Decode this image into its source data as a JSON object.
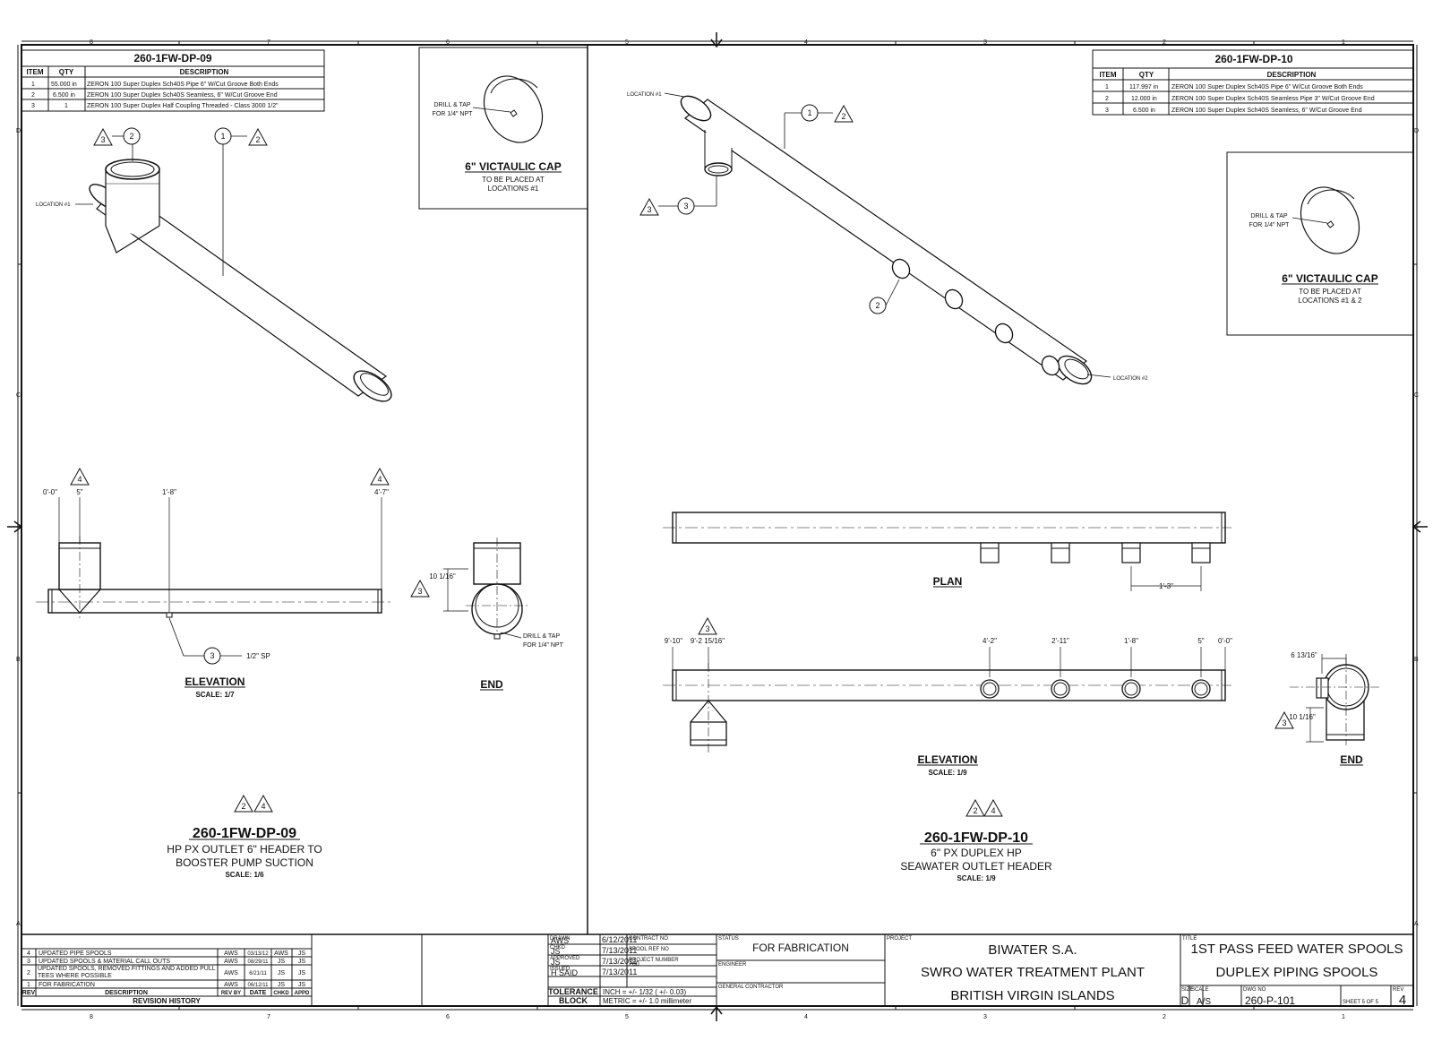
{
  "frame": {
    "cols": [
      "8",
      "7",
      "6",
      "5",
      "4",
      "3",
      "2",
      "1"
    ],
    "rows_left": [
      "D",
      "C",
      "B",
      "A"
    ],
    "rows_right": [
      "D",
      "C",
      "B",
      "A"
    ]
  },
  "left_bom": {
    "title": "260-1FW-DP-09",
    "headers": [
      "ITEM",
      "QTY",
      "DESCRIPTION"
    ],
    "rows": [
      [
        "1",
        "55.000 in",
        "ZERON 100 Super Duplex Sch40S Pipe 6\" W/Cut Groove Both Ends"
      ],
      [
        "2",
        "6.500 in",
        "ZERON 100 Super Duplex Sch40S Seamless, 6\" W/Cut Groove End"
      ],
      [
        "3",
        "1",
        "ZERON 100 Super Duplex Half Coupling Threaded - Class 3000 1/2\""
      ]
    ]
  },
  "right_bom": {
    "title": "260-1FW-DP-10",
    "headers": [
      "ITEM",
      "QTY",
      "DESCRIPTION"
    ],
    "rows": [
      [
        "1",
        "117.997 in",
        "ZERON 100 Super Duplex Sch40S Pipe 6\" W/Cut Groove Both Ends"
      ],
      [
        "2",
        "12.000 in",
        "ZERON 100 Super Duplex Sch40S Seamless Pipe 3\" W/Cut Groove End"
      ],
      [
        "3",
        "6.500 in",
        "ZERON 100 Super Duplex Sch40S Seamless, 6\" W/Cut Groove End"
      ]
    ]
  },
  "cap_left": {
    "drill": "DRILL & TAP",
    "drill2": "FOR 1/4\" NPT",
    "title": "6\" VICTAULIC CAP",
    "sub1": "TO BE PLACED AT",
    "sub2": "LOCATIONS #1"
  },
  "cap_right": {
    "drill": "DRILL & TAP",
    "drill2": "FOR 1/4\" NPT",
    "title": "6\" VICTAULIC CAP",
    "sub1": "TO BE PLACED AT",
    "sub2": "LOCATIONS #1 & 2"
  },
  "left_iso": {
    "location1": "LOCATION #1",
    "tags": [
      "3",
      "2",
      "1",
      "2"
    ]
  },
  "right_iso": {
    "location1": "LOCATION #1",
    "location2": "LOCATION #2",
    "tags": [
      "1",
      "2",
      "3",
      "3",
      "2"
    ]
  },
  "left_elev": {
    "dims": [
      "0'-0\"",
      "5\"",
      "1'-8\"",
      "4'-7\""
    ],
    "rev_tags": [
      "4",
      "4"
    ],
    "callout_item": "3",
    "callout_text": "1/2\" SP",
    "title": "ELEVATION",
    "scale": "SCALE: 1/7"
  },
  "left_end": {
    "dim": "10 1/16\"",
    "tag": "3",
    "drill": "DRILL & TAP",
    "drill2": "FOR 1/4\" NPT",
    "title": "END"
  },
  "left_main": {
    "revs": [
      "2",
      "4"
    ],
    "title": "260-1FW-DP-09",
    "line1": "HP PX OUTLET 6\" HEADER TO",
    "line2": "BOOSTER PUMP SUCTION",
    "scale": "SCALE: 1/6"
  },
  "right_plan": {
    "title": "PLAN",
    "dim": "1'-3\""
  },
  "right_elev": {
    "dims": [
      "9'-10\"",
      "9'-2 15/16\"",
      "4'-2\"",
      "2'-11\"",
      "1'-8\"",
      "5\"",
      "0'-0\""
    ],
    "rev_tag": "3",
    "title": "ELEVATION",
    "scale": "SCALE: 1/9"
  },
  "right_end": {
    "dim1": "6 13/16\"",
    "dim2": "10 1/16\"",
    "tag": "3",
    "title": "END"
  },
  "right_main": {
    "revs": [
      "2",
      "4"
    ],
    "title": "260-1FW-DP-10",
    "line1": "6\" PX DUPLEX HP",
    "line2": "SEAWATER OUTLET HEADER",
    "scale": "SCALE: 1/9"
  },
  "revision": {
    "rows": [
      [
        "4",
        "UPDATED PIPE SPOOLS",
        "AWS",
        "03/13/12",
        "AWS",
        "JS"
      ],
      [
        "3",
        "UPDATED SPOOLS & MATERIAL CALL OUTS",
        "AWS",
        "08/29/11",
        "JS",
        "JS"
      ],
      [
        "2",
        "UPDATED SPOOLS, REMOVED FITTINGS AND ADDED PULL TEES WHERE POSSIBLE",
        "AWS",
        "6/21/11",
        "JS",
        "JS"
      ],
      [
        "1",
        "FOR FABRICATION",
        "AWS",
        "06/12/11",
        "JS",
        "JS"
      ]
    ],
    "headers": [
      "REV",
      "DESCRIPTION",
      "REV BY",
      "DATE",
      "CHKD",
      "APPD"
    ],
    "title": "REVISION HISTORY"
  },
  "title_block": {
    "sign_labels": [
      "DRAWN",
      "CHKD",
      "APPROVED",
      "ISSUED"
    ],
    "sign_names": [
      "AWS",
      "JS",
      "JS",
      "H SAID"
    ],
    "sign_dates": [
      "6/12/2011",
      "7/13/2011",
      "7/13/2011",
      "7/13/2011"
    ],
    "small_labels": [
      "CONTRACT NO",
      "SPOOL REF NO",
      "PROJECT NUMBER",
      "GENERAL CONTRACTOR",
      "ENGINEER",
      "STATUS",
      "PROJECT",
      "TITLE",
      "SIZE",
      "SCALE",
      "DWG NO",
      "REV"
    ],
    "project_number": "260",
    "tolerance": "TOLERANCE",
    "block": "BLOCK",
    "inch": "INCH = +/- 1/32 ( +/- 0.03)",
    "metric": "METRIC = +/- 1.0 millimeter",
    "status": "FOR FABRICATION",
    "project1": "BIWATER S.A.",
    "project2": "SWRO WATER TREATMENT PLANT",
    "project3": "BRITISH VIRGIN ISLANDS",
    "title1": "1ST PASS FEED WATER SPOOLS",
    "title2": "DUPLEX PIPING SPOOLS",
    "size": "D",
    "scale": "A/S",
    "dwg": "260-P-101",
    "sheet": "SHEET 5 OF 5",
    "rev": "4"
  }
}
